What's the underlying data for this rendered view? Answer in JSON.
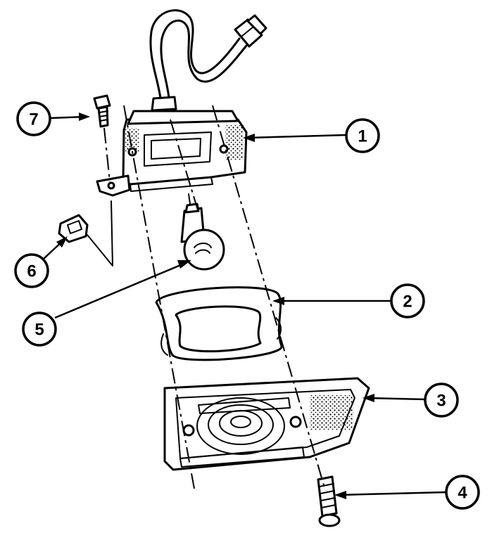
{
  "callouts": [
    {
      "id": "1",
      "label": "1"
    },
    {
      "id": "2",
      "label": "2"
    },
    {
      "id": "3",
      "label": "3"
    },
    {
      "id": "4",
      "label": "4"
    },
    {
      "id": "5",
      "label": "5"
    },
    {
      "id": "6",
      "label": "6"
    },
    {
      "id": "7",
      "label": "7"
    }
  ],
  "style": {
    "ink_color": "#000000",
    "background": "#ffffff"
  }
}
